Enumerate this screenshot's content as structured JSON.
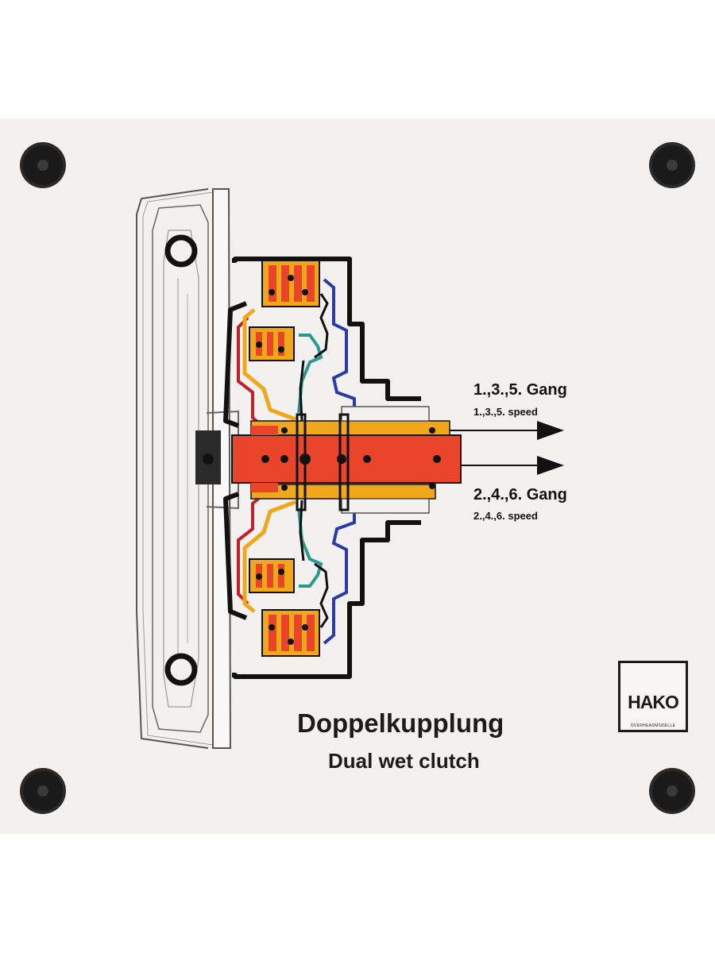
{
  "labels": {
    "gear_odd": "1.,3.,5. Gang",
    "speed_odd": "1.,3.,5. speed",
    "gear_even": "2.,4.,6. Gang",
    "speed_even": "2.,4.,6. speed"
  },
  "title": "Doppelkupplung",
  "subtitle": "Dual wet clutch",
  "logo": {
    "text": "HAKO",
    "subtext": "OVERHEADMODELLE"
  },
  "colors": {
    "board": "#f2f1ef",
    "screw": "#1a1a1a",
    "outline": "#111111",
    "shaft_red": "#e8452a",
    "orange": "#f0a71a",
    "friction_plate": "#e85a2a",
    "dark_red": "#c0202a",
    "teal": "#2a9a8e",
    "blue": "#2a3aa8"
  },
  "icons": [
    "screw-icon",
    "arrow-right-icon",
    "hako-logo"
  ]
}
